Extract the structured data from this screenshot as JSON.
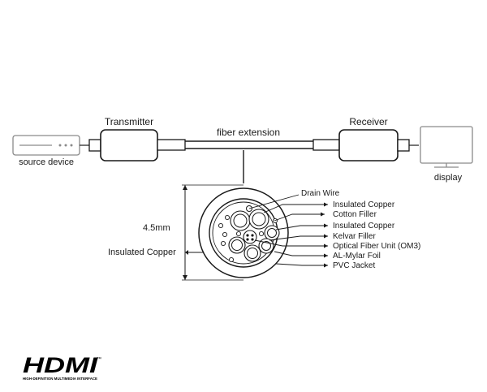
{
  "labels": {
    "transmitter": "Transmitter",
    "receiver": "Receiver",
    "fiber_extension": "fiber extension",
    "source_device": "source device",
    "display": "display",
    "diameter": "4.5mm",
    "insulated_copper_left": "Insulated Copper"
  },
  "callouts": [
    "Drain Wire",
    "Insulated Copper",
    "Cotton Filler",
    "Insulated Copper",
    "Kelvar Filler",
    "Optical Fiber Unit (OM3)",
    "AL-Mylar Foil",
    "PVC Jacket"
  ],
  "logo": {
    "wordmark": "HDMI",
    "tagline": "HIGH-DEFINITION MULTIMEDIA INTERFACE",
    "trademark": "™"
  }
}
